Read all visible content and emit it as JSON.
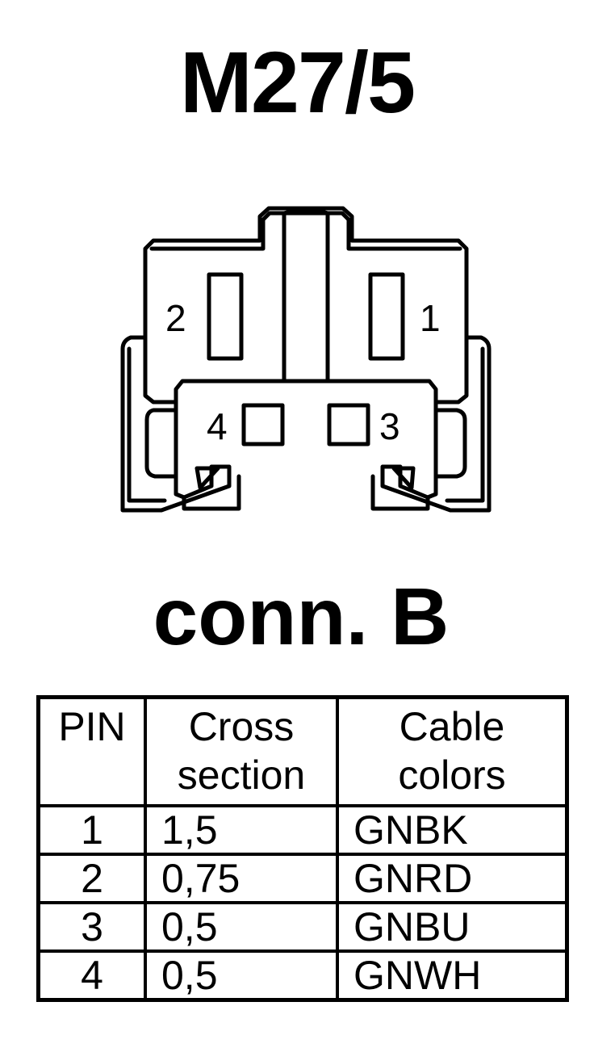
{
  "title": "M27/5",
  "connector": {
    "pins": [
      {
        "label": "2"
      },
      {
        "label": "1"
      },
      {
        "label": "4"
      },
      {
        "label": "3"
      }
    ]
  },
  "subtitle": "conn. B",
  "table": {
    "headers": {
      "pin": [
        "PIN"
      ],
      "cross": [
        "Cross",
        "section"
      ],
      "color": [
        "Cable",
        "colors"
      ]
    },
    "rows": [
      {
        "pin": "1",
        "cross": "1,5",
        "color": "GNBK"
      },
      {
        "pin": "2",
        "cross": "0,75",
        "color": "GNRD"
      },
      {
        "pin": "3",
        "cross": "0,5",
        "color": "GNBU"
      },
      {
        "pin": "4",
        "cross": "0,5",
        "color": "GNWH"
      }
    ]
  }
}
